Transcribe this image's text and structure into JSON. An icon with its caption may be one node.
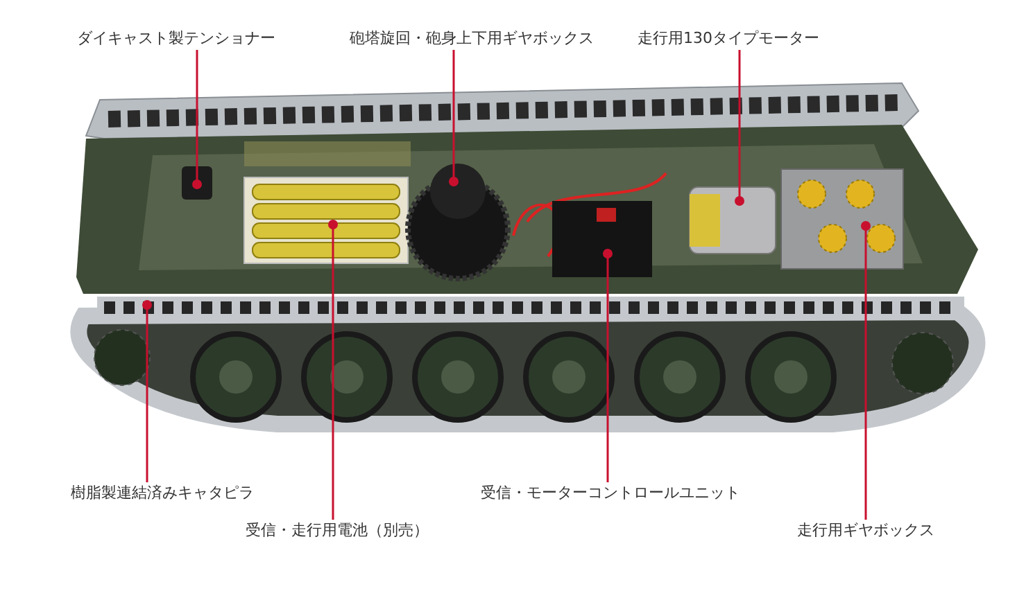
{
  "diagram": {
    "nodes": [
      {
        "text": [
          "ダイキャスト製テンショナー"
        ]
      },
      {
        "text": [
          "砲塔旋回・砲身上下用ギヤボックス"
        ]
      },
      {
        "text": [
          "走行用130タイプモーター"
        ]
      },
      {
        "text": [
          "樹脂製連結済みキャタピラ"
        ]
      },
      {
        "text": [
          "受信・走行用電池（別売）"
        ]
      },
      {
        "text": [
          "受信・モーターコントロールユニット"
        ]
      },
      {
        "text": [
          "走行用ギヤボックス"
        ]
      }
    ],
    "edges": [
      {
        "from": 0,
        "to": null,
        "arrow": "other"
      },
      {
        "from": 1,
        "to": null,
        "arrow": "other"
      },
      {
        "from": 2,
        "to": null,
        "arrow": "other"
      },
      {
        "from": 3,
        "to": null,
        "arrow": "other"
      },
      {
        "from": 4,
        "to": null,
        "arrow": "other"
      },
      {
        "from": 5,
        "to": null,
        "arrow": "other"
      },
      {
        "from": 6,
        "to": null,
        "arrow": "other"
      }
    ]
  }
}
